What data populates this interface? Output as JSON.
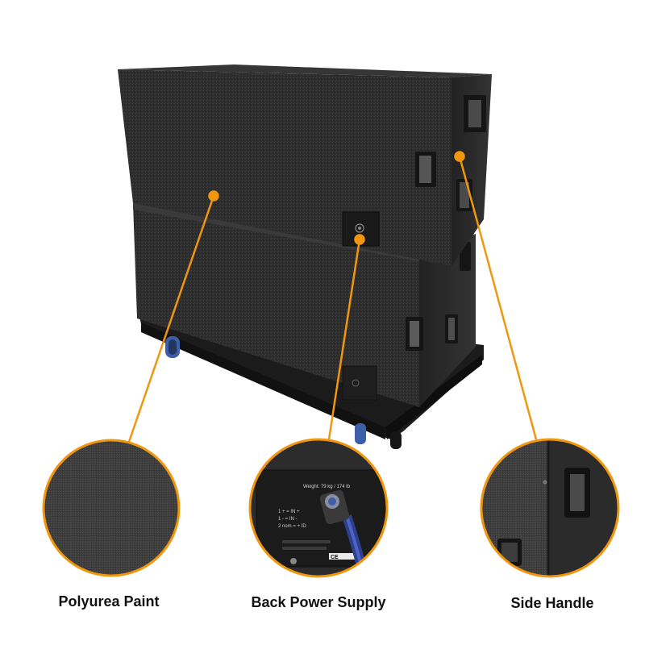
{
  "callouts": [
    {
      "label": "Polyurea Paint"
    },
    {
      "label": "Back Power Supply"
    },
    {
      "label": "Side Handle"
    }
  ],
  "panel_label": {
    "weight": "Weight: 79 kg / 174 lb",
    "pin1": "1 + = IN +",
    "pin2": "1 - = IN -",
    "pin3": "2 nom = + ID",
    "ce": "CE"
  },
  "colors": {
    "accent": "#f0960f",
    "cabinet": "#2b2b2b",
    "background": "#ffffff",
    "caster": "#3b5fa8"
  }
}
